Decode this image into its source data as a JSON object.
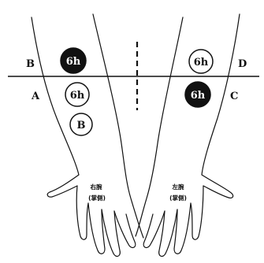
{
  "labels": {
    "b_left": "B",
    "a_left": "A",
    "d_right": "D",
    "c_right": "C"
  },
  "markers": {
    "right_arm_top": {
      "text": "6h",
      "style": "filled"
    },
    "right_arm_mid": {
      "text": "6h",
      "style": "outline"
    },
    "right_arm_low": {
      "text": "B",
      "style": "outline"
    },
    "left_arm_top": {
      "text": "6h",
      "style": "outline"
    },
    "left_arm_mid": {
      "text": "6h",
      "style": "filled"
    }
  },
  "captions": {
    "right_arm_line1": "右腕",
    "right_arm_line2": "(掌側)",
    "left_arm_line1": "左腕",
    "left_arm_line2": "(掌側)"
  },
  "colors": {
    "ink": "#111111",
    "paper": "#ffffff"
  }
}
